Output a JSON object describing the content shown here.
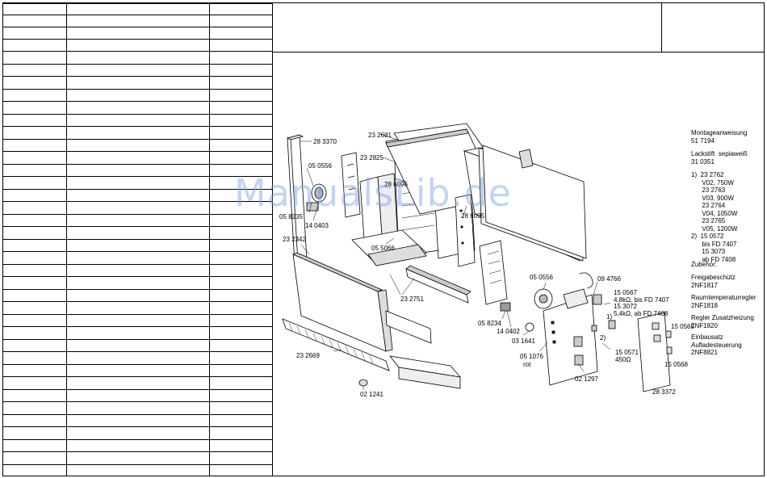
{
  "watermark": "ManualsLib.de",
  "part_labels": [
    "28 3370",
    "23 2681",
    "23 2825",
    "28 6096",
    "05 0556",
    "05 8235",
    "14 0403",
    "28 6095",
    "05 5066",
    "23 2342",
    "23 2751",
    "23 2669",
    "02 1241",
    "05 0556",
    "09 4766",
    "05 8234",
    "14 0402",
    "03 1641",
    "05 1076",
    "rot",
    "02 1297",
    "15 0567",
    "4,8kΩ, bis FD 7407",
    "15 3072",
    "5,4kΩ, ab FD 7408",
    "2)",
    "15 0571",
    "450Ω",
    "15 0565",
    "15 0568",
    "28 3372",
    "1)"
  ],
  "notes": [
    "Montageanweisung\n51 7194",
    "Lackstift  sepiaweiß\n31 0351",
    "1)  23 2762\n      V02, 750W\n      23 2763\n      V03, 900W\n      23 2764\n      V04, 1050W\n      23 2765\n      V05, 1200W\n2)  15 0572\n      bis FD 7407\n      15 3073\n      ab FD 7408",
    "Zubehör:",
    "Freigabeschütz\n2NF1817",
    "Raumtemperaturregler\n2NF1818",
    "Regler Zusatzheizung\n2NF1820",
    "Einbausatz\nAufladesteuerung\n2NF8821"
  ]
}
